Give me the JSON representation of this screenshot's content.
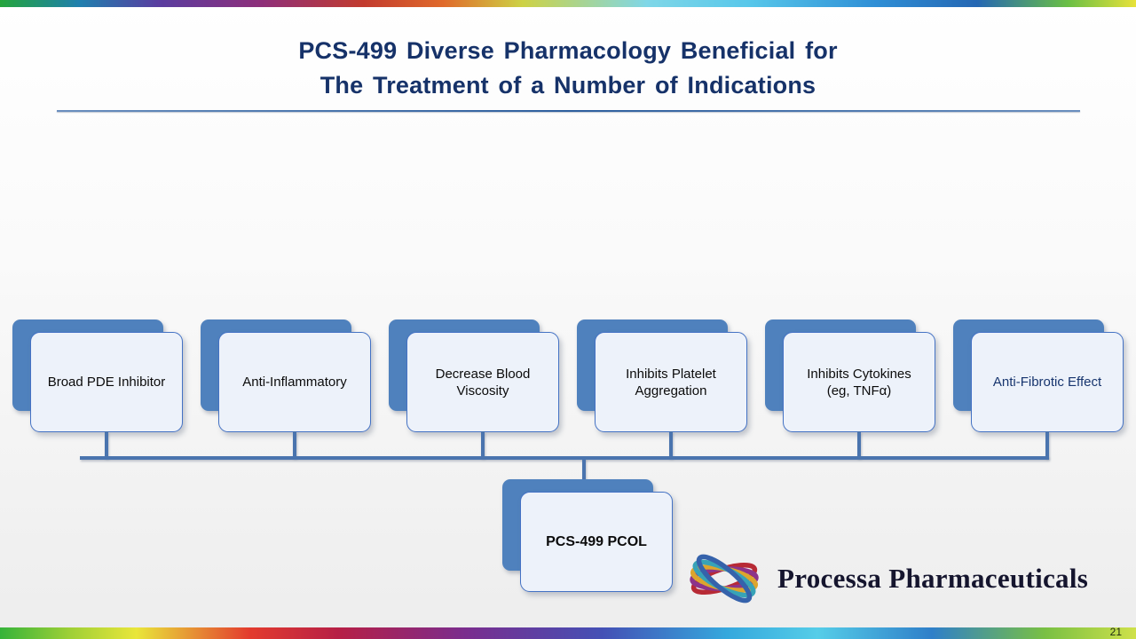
{
  "slide": {
    "title": {
      "line1": "PCS-499 Diverse Pharmacology Beneficial for",
      "line2": "The Treatment of a Number of Indications"
    },
    "page_number": "21"
  },
  "diagram": {
    "nodes": [
      {
        "label": "Broad PDE Inhibitor"
      },
      {
        "label": "Anti-Inflammatory"
      },
      {
        "label": "Decrease Blood Viscosity"
      },
      {
        "label": "Inhibits Platelet Aggregation"
      },
      {
        "label": "Inhibits Cytokines (eg, TNFα)"
      },
      {
        "label": "Anti-Fibrotic Effect",
        "text_color": "#17356e"
      }
    ],
    "root": {
      "label": "PCS-499 PCOL"
    }
  },
  "logo": {
    "icon": "swirl-rings-icon",
    "text": "Processa Pharmaceuticals"
  },
  "colors": {
    "title_navy": "#163269",
    "node_back": "#4f81bd",
    "node_border": "#4472c4",
    "node_fill": "#edf2fa",
    "connector": "#4a74ae"
  }
}
